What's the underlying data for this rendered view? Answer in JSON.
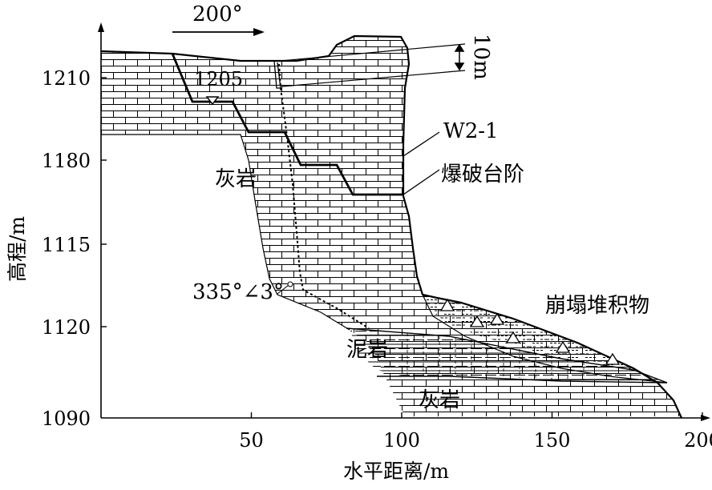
{
  "direction": {
    "label": "200°"
  },
  "scale": {
    "label": "10m"
  },
  "axes": {
    "x_label": "水平距离/m",
    "y_label": "高程/m",
    "x_ticks": [
      {
        "id": "x-tick-50",
        "label": "50",
        "value": 50
      },
      {
        "id": "x-tick-100",
        "label": "100",
        "value": 100
      },
      {
        "id": "x-tick-150",
        "label": "150",
        "value": 150
      },
      {
        "id": "x-tick-200",
        "label": "200",
        "value": 200
      }
    ],
    "y_ticks": [
      {
        "id": "y-tick-1210",
        "label": "1210"
      },
      {
        "id": "y-tick-1180",
        "label": "1180"
      },
      {
        "id": "y-tick-1115",
        "label": "1115"
      },
      {
        "id": "y-tick-1120",
        "label": "1120"
      },
      {
        "id": "y-tick-1090",
        "label": "1090"
      }
    ]
  },
  "labels": {
    "elevation_point": "1205",
    "monitor_point": "W2-1",
    "blasting_bench": "爆破台阶",
    "limestone_upper": "灰岩",
    "structural_plane": "335°∠3°",
    "mudstone": "泥岩",
    "limestone_lower": "灰岩",
    "collapse_deposit": "崩塌堆积物"
  },
  "colors": {
    "line": "#000000",
    "background": "#ffffff"
  }
}
